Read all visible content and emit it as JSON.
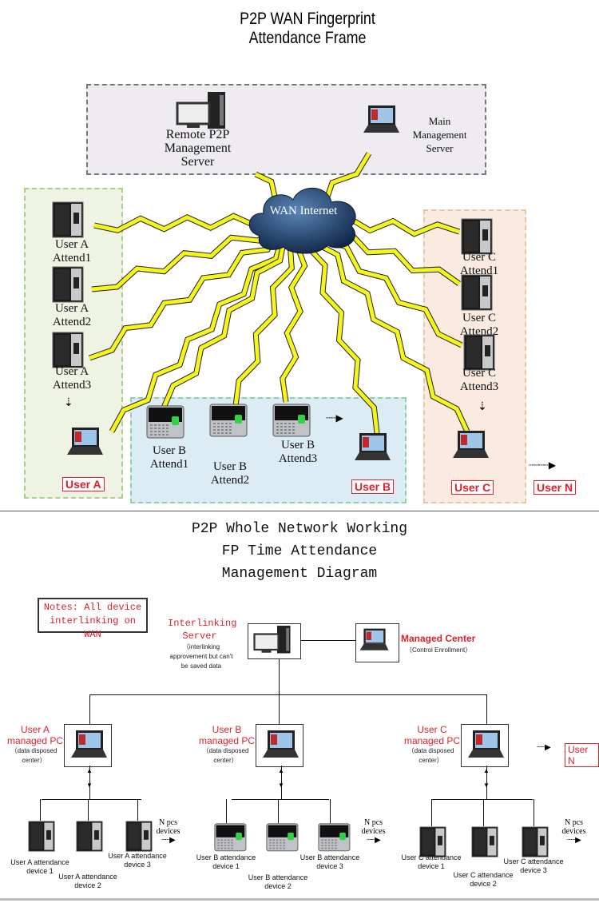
{
  "top": {
    "title_line1": "P2P WAN Fingerprint",
    "title_line2": "Attendance Frame",
    "remote_server": "Remote P2P Management Server",
    "main_server": "Main Management Server",
    "cloud": "WAN Internet",
    "user_a_devices": [
      "User A Attend1",
      "User A Attend2",
      "User A Attend3"
    ],
    "user_b_devices": [
      "User B Attend1",
      "User B Attend2",
      "User B Attend3"
    ],
    "user_c_devices": [
      "User C Attend1",
      "User C Attend2",
      "User C Attend3"
    ],
    "user_labels": [
      "User A",
      "User B",
      "User C",
      "User N"
    ]
  },
  "bottom": {
    "title_lines": [
      "P2P Whole Network Working",
      "FP Time Attendance",
      "Management Diagram"
    ],
    "notes": "Notes: All device interlinking on WAN",
    "interlinking_server": "Interlinking Server",
    "interlinking_note": "（interlinking approvement but can't be saved data",
    "managed_center": "Managed Center",
    "managed_center_note": "（Control Enrollment）",
    "managed_pcs": [
      {
        "title": "User A managed PC",
        "note": "（data disposed center）"
      },
      {
        "title": "User B managed PC",
        "note": "（data disposed center）"
      },
      {
        "title": "User C managed PC",
        "note": "（data disposed center）"
      }
    ],
    "user_n": "User N",
    "n_pcs": "N pcs devices",
    "devices_a": [
      "User A attendance device 1",
      "User A attendance device 2",
      "User A attendance device 3"
    ],
    "devices_b": [
      "User B attendance device 1",
      "User B attendance device 2",
      "User B attendance device 3"
    ],
    "devices_c": [
      "User C attendance device 1",
      "User C attendance device 2",
      "User C attendance device 3"
    ]
  },
  "colors": {
    "lightning": "#f5f51e",
    "accent_red": "#e0202a",
    "cloud": "#1d3a66"
  }
}
